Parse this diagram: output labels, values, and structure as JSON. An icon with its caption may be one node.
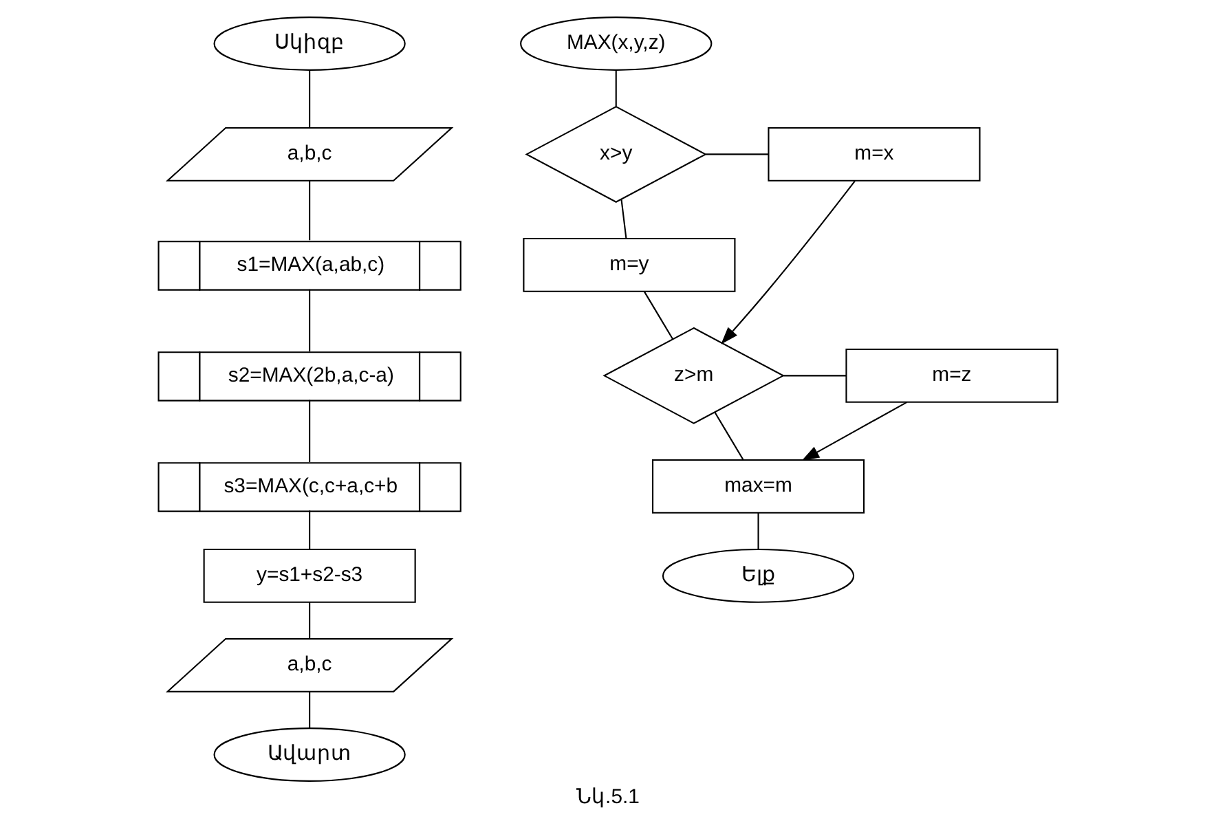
{
  "diagram": {
    "caption": "Նկ.5.1",
    "nodes": [
      {
        "text": [
          "Սկիզբ"
        ]
      },
      {
        "text": [
          "a,b,c"
        ]
      },
      {
        "text": [
          "s1=MAX(a,ab,c)"
        ]
      },
      {
        "text": [
          "s2=MAX(2b,a,c-a)"
        ]
      },
      {
        "text": [
          "s3=MAX(c,c+a,c+b"
        ]
      },
      {
        "text": [
          "y=s1+s2-s3"
        ]
      },
      {
        "text": [
          "a,b,c"
        ]
      },
      {
        "text": [
          "Ավարտ"
        ]
      },
      {
        "text": [
          "MAX(x,y,z)"
        ]
      },
      {
        "text": [
          "x>y"
        ]
      },
      {
        "text": [
          "m=x"
        ]
      },
      {
        "text": [
          "m=y"
        ]
      },
      {
        "text": [
          "z>m"
        ]
      },
      {
        "text": [
          "m=z"
        ]
      },
      {
        "text": [
          "max=m"
        ]
      },
      {
        "text": [
          "Ելք"
        ]
      }
    ],
    "edges": [
      {
        "from": 0,
        "to": 1,
        "arrow": "none"
      },
      {
        "from": 1,
        "to": 2,
        "arrow": "none"
      },
      {
        "from": 2,
        "to": 3,
        "arrow": "none"
      },
      {
        "from": 3,
        "to": 4,
        "arrow": "none"
      },
      {
        "from": 4,
        "to": 5,
        "arrow": "none"
      },
      {
        "from": 5,
        "to": 6,
        "arrow": "none"
      },
      {
        "from": 6,
        "to": 7,
        "arrow": "none"
      },
      {
        "from": 8,
        "to": 9,
        "arrow": "none"
      },
      {
        "from": 9,
        "to": 10,
        "arrow": "none"
      },
      {
        "from": 9,
        "to": 11,
        "arrow": "none"
      },
      {
        "from": 11,
        "to": 12,
        "arrow": "none"
      },
      {
        "from": 10,
        "to": 12,
        "arrow": "to"
      },
      {
        "from": 12,
        "to": 13,
        "arrow": "none"
      },
      {
        "from": 12,
        "to": 14,
        "arrow": "none"
      },
      {
        "from": 13,
        "to": 14,
        "arrow": "to"
      },
      {
        "from": 14,
        "to": 15,
        "arrow": "none"
      }
    ]
  }
}
